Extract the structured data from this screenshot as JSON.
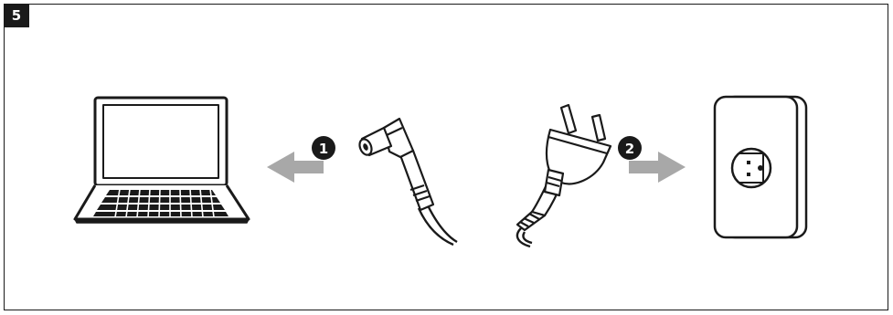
{
  "step_number": "5",
  "callouts": {
    "first": "1",
    "second": "2"
  },
  "colors": {
    "line": "#1a1a1a",
    "arrow": "#a8a8a8",
    "background": "#ffffff"
  },
  "icons": [
    "laptop-icon",
    "dc-barrel-connector-icon",
    "ac-power-plug-icon",
    "wall-socket-icon",
    "arrow-left-icon",
    "arrow-right-icon"
  ]
}
